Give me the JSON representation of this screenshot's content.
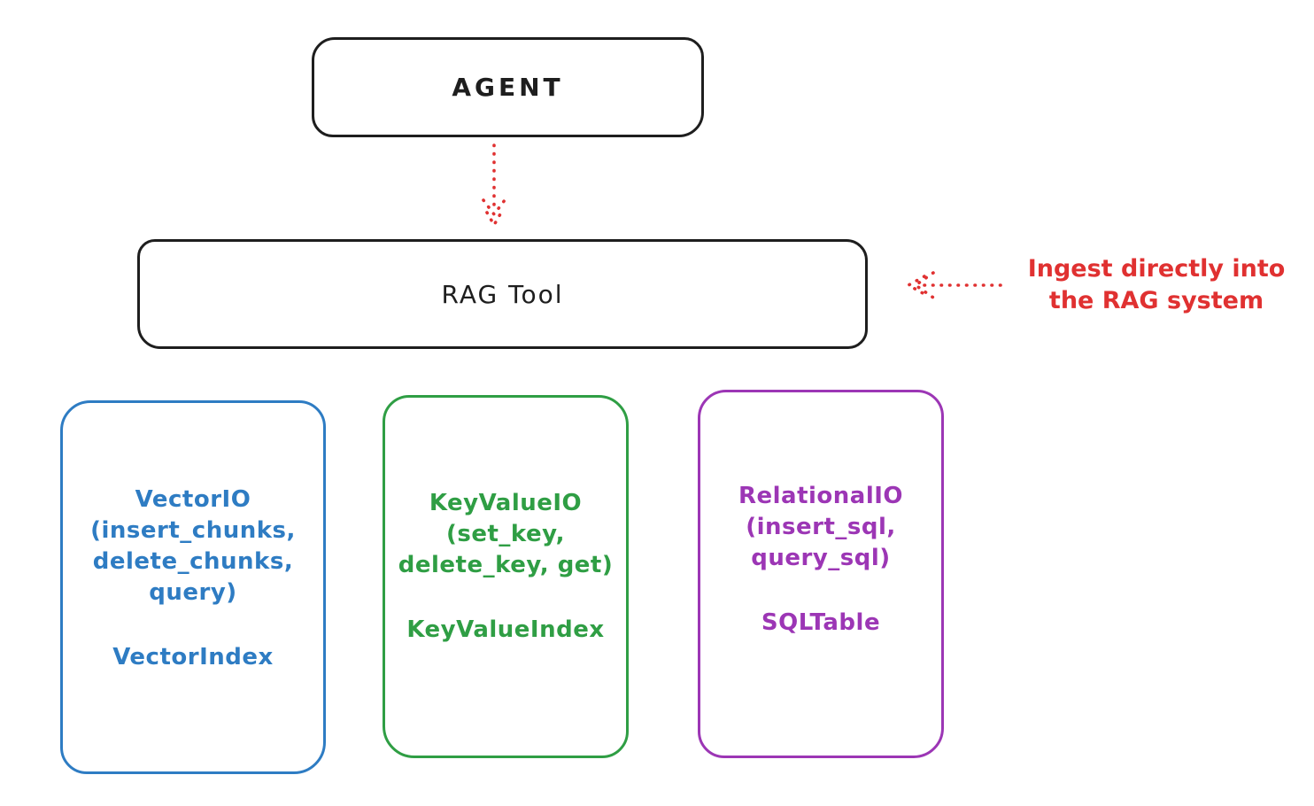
{
  "agent_box": {
    "label": "AGENT"
  },
  "rag_tool_box": {
    "label": "RAG Tool"
  },
  "annotation": {
    "lines": [
      "Ingest directly into",
      "the RAG system"
    ]
  },
  "stores": {
    "vector": {
      "title_lines": [
        "VectorIO",
        "(insert_chunks,",
        "delete_chunks,",
        "query)"
      ],
      "index_label": "VectorIndex",
      "color": "#2e7cc3"
    },
    "keyvalue": {
      "title_lines": [
        "KeyValueIO",
        "(set_key,",
        "delete_key, get)"
      ],
      "index_label": "KeyValueIndex",
      "color": "#2f9e44"
    },
    "relational": {
      "title_lines": [
        "RelationalIO",
        "(insert_sql,",
        "query_sql)"
      ],
      "index_label": "SQLTable",
      "color": "#9c36b5"
    }
  },
  "colors": {
    "stroke": "#1e1e1e",
    "arrow_red": "#e03131"
  }
}
